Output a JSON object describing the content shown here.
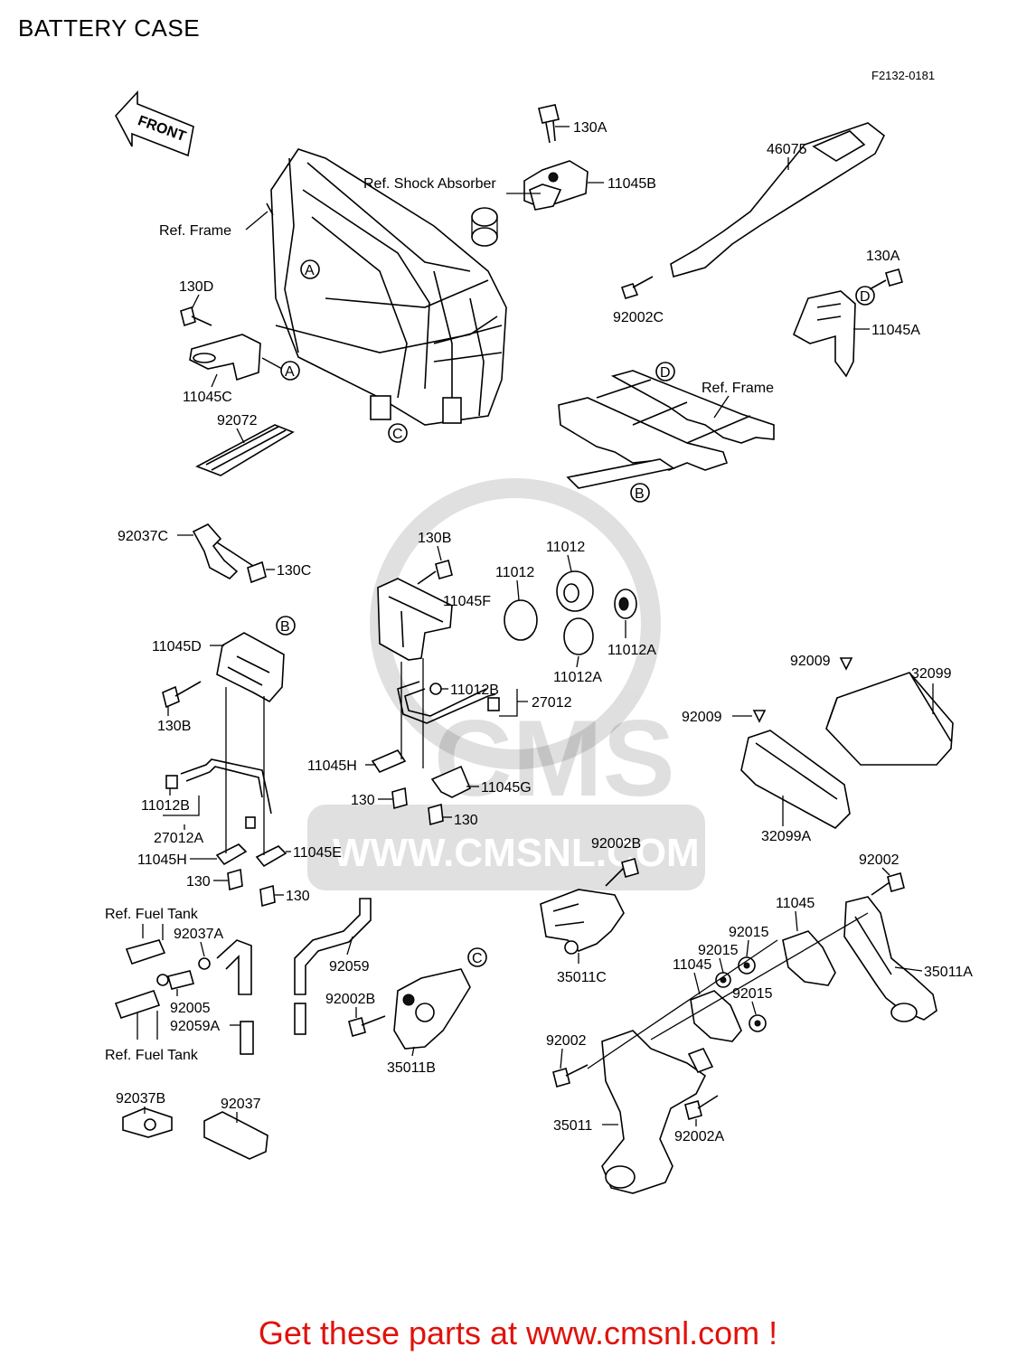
{
  "page": {
    "title": "BATTERY CASE",
    "diagram_code": "F2132-0181",
    "cta": "Get these parts at www.cmsnl.com !",
    "watermark_text": "CMS",
    "watermark_url": "WWW.CMSNL.COM",
    "cta_color": "#e0120c"
  },
  "front_sign": "FRONT",
  "markers": [
    "A",
    "B",
    "C",
    "D"
  ],
  "labels": {
    "p130A_top": "130A",
    "p11045B": "11045B",
    "ref_shock": "Ref. Shock Absorber",
    "p46075": "46075",
    "ref_frame_top": "Ref. Frame",
    "p130D": "130D",
    "p11045C": "11045C",
    "p92072": "92072",
    "p92002C": "92002C",
    "p130A_right": "130A",
    "p11045A": "11045A",
    "ref_frame_right": "Ref. Frame",
    "p92037C": "92037C",
    "p130C": "130C",
    "p130B_top": "130B",
    "p11045F": "11045F",
    "p11012_a": "11012",
    "p11012_b": "11012",
    "p11012A_a": "11012A",
    "p11012A_b": "11012A",
    "p11045D": "11045D",
    "p130B_left": "130B",
    "p11012B_mid": "11012B",
    "p27012": "27012",
    "p11045H_mid": "11045H",
    "p11045G": "11045G",
    "p130_mid_a": "130",
    "p130_mid_b": "130",
    "p92009_a": "92009",
    "p32099": "32099",
    "p92009_b": "92009",
    "p32099A": "32099A",
    "p11012B_left": "11012B",
    "p27012A": "27012A",
    "p11045H_left": "11045H",
    "p11045E": "11045E",
    "p130_left_a": "130",
    "p130_left_b": "130",
    "p92002B_top": "92002B",
    "p92002_right": "92002",
    "p11045_right": "11045",
    "p35011C": "35011C",
    "p92015_a": "92015",
    "p92015_b": "92015",
    "p11045_mid": "11045",
    "p92015_c": "92015",
    "p35011A": "35011A",
    "ref_fuel_tank_top": "Ref. Fuel Tank",
    "p92037A": "92037A",
    "p92005": "92005",
    "p92059A": "92059A",
    "ref_fuel_tank_bottom": "Ref. Fuel Tank",
    "p92059": "92059",
    "p92002B_bottom": "92002B",
    "p35011B": "35011B",
    "p92002_bottom": "92002",
    "p35011": "35011",
    "p92002A": "92002A",
    "p92037B": "92037B",
    "p92037": "92037"
  }
}
